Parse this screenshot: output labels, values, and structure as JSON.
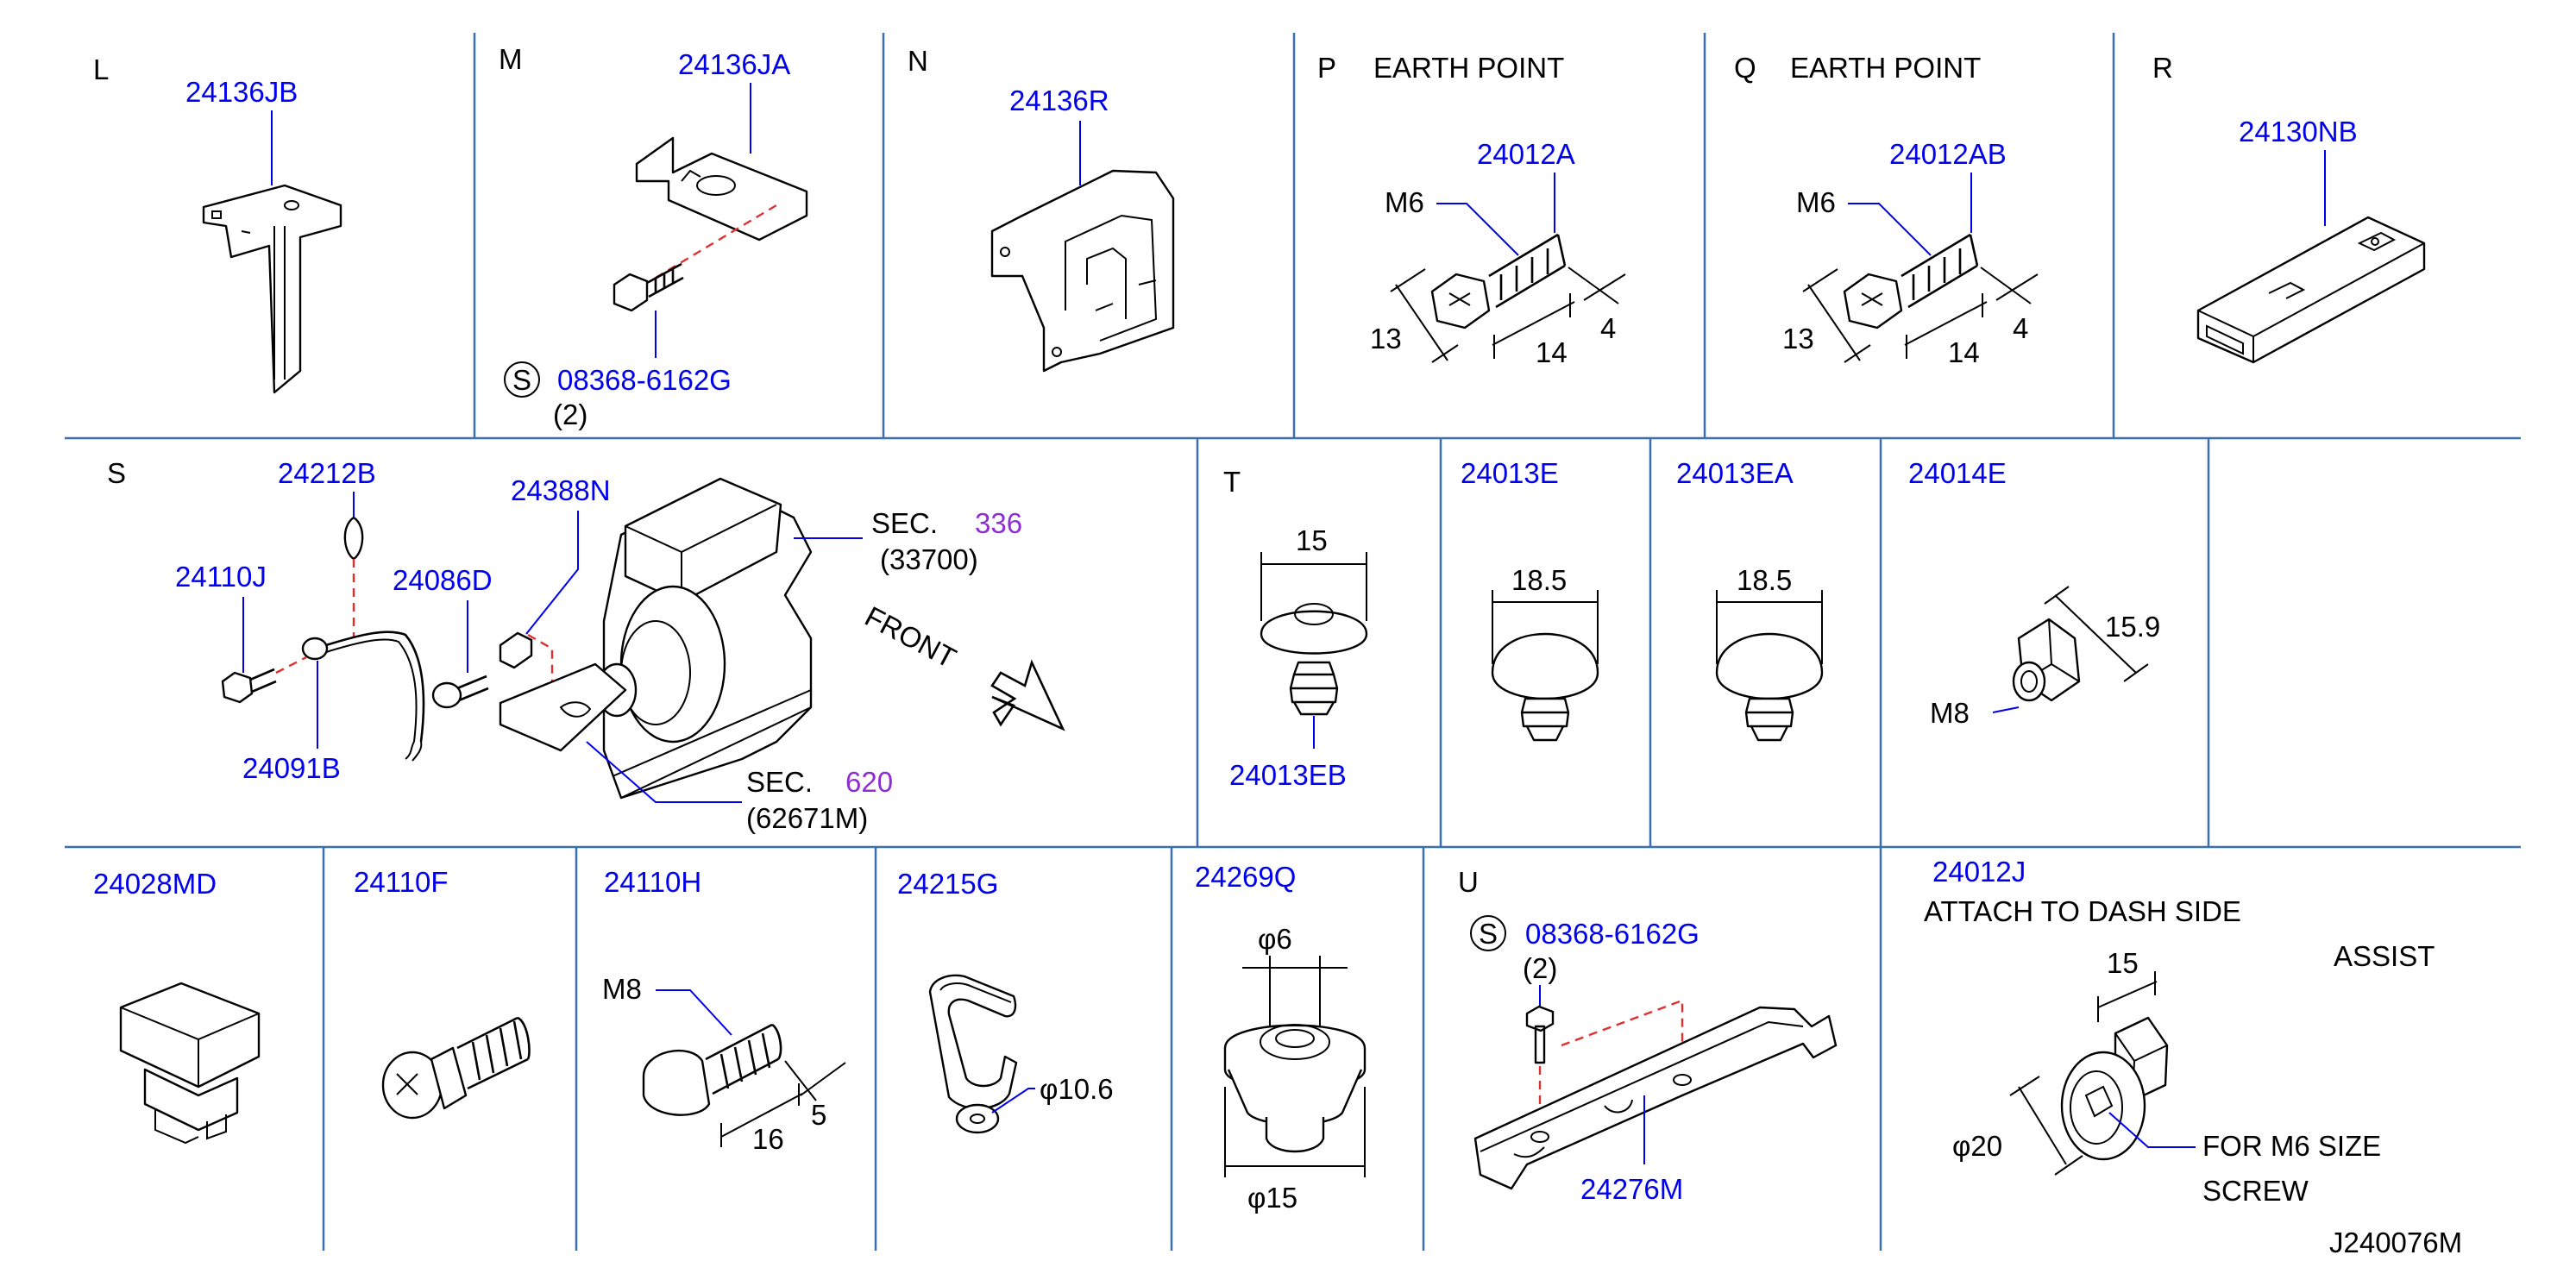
{
  "panels": {
    "L": {
      "letter": "L",
      "part": "24136JB"
    },
    "M": {
      "letter": "M",
      "part": "24136JA",
      "s_mark": "S",
      "screw": "08368-6162G",
      "qty": "(2)"
    },
    "N": {
      "letter": "N",
      "part": "24136R"
    },
    "P": {
      "letter": "P",
      "title": "EARTH  POINT",
      "part": "24012A",
      "thread": "M6",
      "dim_head": "13",
      "dim_len": "14",
      "dim_tip": "4"
    },
    "Q": {
      "letter": "Q",
      "title": "EARTH  POINT",
      "part": "24012AB",
      "thread": "M6",
      "dim_head": "13",
      "dim_len": "14",
      "dim_tip": "4"
    },
    "R": {
      "letter": "R",
      "part": "24130NB"
    },
    "S": {
      "letter": "S",
      "clip": "24212B",
      "bolt": "24110J",
      "bolt2": "24086D",
      "cable": "24091B",
      "connector": "24388N",
      "sec1_label": "SEC.",
      "sec1_num": "336",
      "sec1_ref": "(33700)",
      "sec2_label": "SEC.",
      "sec2_num": "620",
      "sec2_ref": "(62671M)",
      "front": "FRONT"
    },
    "T": {
      "letter": "T",
      "dim": "15",
      "part": "24013EB"
    },
    "24013E": {
      "part": "24013E",
      "dim": "18.5"
    },
    "24013EA": {
      "part": "24013EA",
      "dim": "18.5"
    },
    "24014E": {
      "part": "24014E",
      "dim": "15.9",
      "thread": "M8"
    },
    "24028MD": {
      "part": "24028MD"
    },
    "24110F": {
      "part": "24110F"
    },
    "24110H": {
      "part": "24110H",
      "thread": "M8",
      "dim_len": "16",
      "dim_tip": "5"
    },
    "24215G": {
      "part": "24215G",
      "dim": "φ10.6"
    },
    "24269Q": {
      "part": "24269Q",
      "dim_top": "φ6",
      "dim_bot": "φ15"
    },
    "U": {
      "letter": "U",
      "s_mark": "S",
      "screw": "08368-6162G",
      "qty": "(2)",
      "part": "24276M"
    },
    "24012J": {
      "part": "24012J",
      "note1": "ATTACH  TO  DASH  SIDE",
      "note2": "ASSIST",
      "dim_w": "15",
      "dim_d": "φ20",
      "note3": "FOR  M6  SIZE",
      "note4": "SCREW",
      "ref": "J240076M"
    }
  },
  "colors": {
    "part_number": "#0000ee",
    "section_number": "#8e2cd6",
    "grid": "#3a6fb0",
    "leader_dash": "#e0302e"
  }
}
